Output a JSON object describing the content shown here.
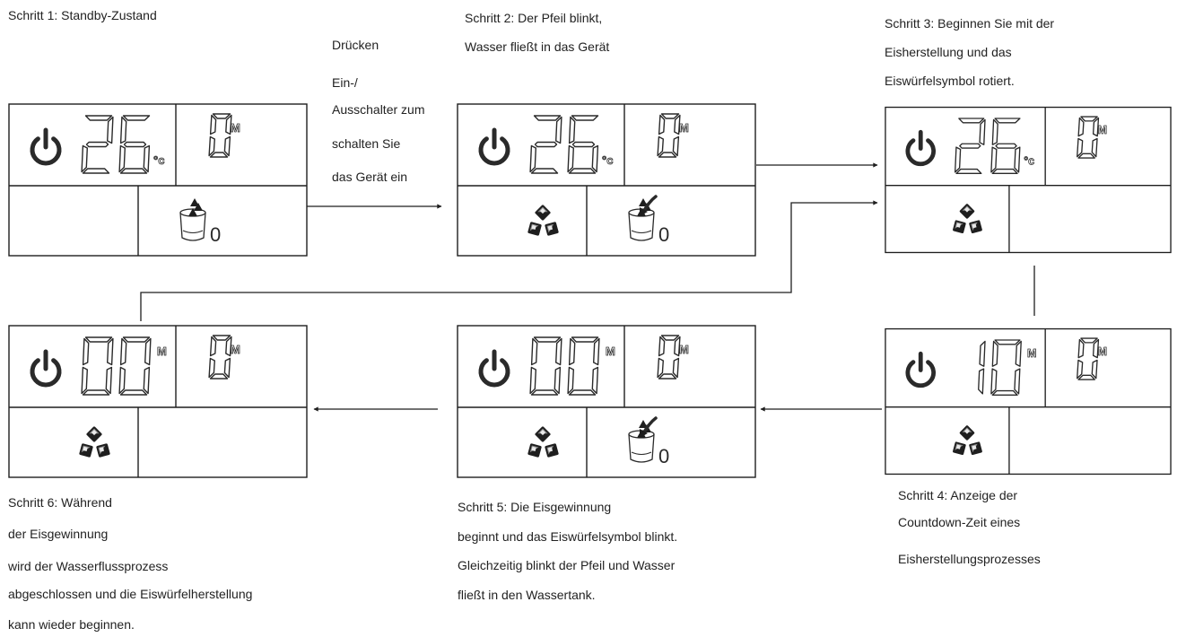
{
  "captions": {
    "step1": "Schritt 1: Standby-Zustand",
    "press": [
      "Drücken",
      "Ein-/",
      "Ausschalter zum",
      "schalten Sie",
      "das Gerät ein"
    ],
    "step2": [
      "Schritt 2: Der Pfeil blinkt,",
      "Wasser fließt in das Gerät"
    ],
    "step3": [
      "Schritt 3: Beginnen Sie mit der",
      "Eisherstellung und das",
      "Eiswürfelsymbol rotiert."
    ],
    "step4": [
      "Schritt 4: Anzeige der",
      "Countdown-Zeit eines",
      "Eisherstellungsprozesses"
    ],
    "step5": [
      "Schritt 5: Die Eisgewinnung",
      "beginnt und das Eiswürfelsymbol blinkt.",
      "Gleichzeitig blinkt der Pfeil und Wasser",
      "fließt in den Wassertank."
    ],
    "step6": [
      "Schritt 6: Während",
      "der Eisgewinnung",
      "wird der Wasserflussprozess",
      "abgeschlossen und die Eiswürfelherstellung",
      "kann wieder beginnen."
    ]
  },
  "displays": [
    {
      "id": "step1",
      "left_value": "26",
      "left_unit": "°c",
      "right_value": "0",
      "right_unit": "M",
      "ice_icon": false,
      "water_icon": true,
      "water_arrow": false,
      "water_value": "0"
    },
    {
      "id": "step2",
      "left_value": "26",
      "left_unit": "°c",
      "right_value": "0",
      "right_unit": "M",
      "ice_icon": true,
      "water_icon": true,
      "water_arrow": true,
      "water_value": "0"
    },
    {
      "id": "step3",
      "left_value": "26",
      "left_unit": "°c",
      "right_value": "0",
      "right_unit": "M",
      "ice_icon": true,
      "water_icon": false,
      "water_arrow": false,
      "water_value": ""
    },
    {
      "id": "step4",
      "left_value": "10",
      "left_unit": "M",
      "right_value": "0",
      "right_unit": "M",
      "ice_icon": true,
      "water_icon": false,
      "water_arrow": false,
      "water_value": ""
    },
    {
      "id": "step5",
      "left_value": "00",
      "left_unit": "M",
      "right_value": "0",
      "right_unit": "M",
      "ice_icon": true,
      "water_icon": true,
      "water_arrow": true,
      "water_value": "0"
    },
    {
      "id": "step6",
      "left_value": "00",
      "left_unit": "M",
      "right_value": "0",
      "right_unit": "M",
      "ice_icon": true,
      "water_icon": false,
      "water_arrow": false,
      "water_value": ""
    }
  ],
  "icons": {
    "power": "power-icon",
    "ice": "ice-cubes-icon",
    "water": "water-tank-icon",
    "arrow": "flow-arrow-icon"
  },
  "colors": {
    "line": "#1e1e1e",
    "segment": "#2a2a2a"
  }
}
